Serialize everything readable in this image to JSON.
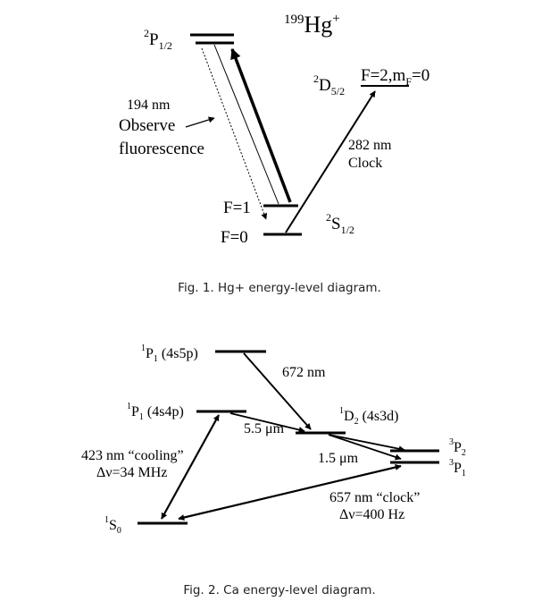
{
  "fig1": {
    "title": "199Hg+",
    "title_sup": "199",
    "title_main": "Hg",
    "title_charge": "+",
    "levels": {
      "p12": {
        "sup": "2",
        "main": "P",
        "sub": "1/2"
      },
      "d52": {
        "sup": "2",
        "main": "D",
        "sub": "5/2",
        "note_main": "F=2,m",
        "note_sub": "F",
        "note_end": "=0"
      },
      "s12": {
        "sup": "2",
        "main": "S",
        "sub": "1/2"
      },
      "f1": "F=1",
      "f0": "F=0"
    },
    "labels": {
      "nm194": "194 nm",
      "observe": "Observe",
      "fluorescence": "fluorescence",
      "nm282": "282 nm",
      "clock": "Clock"
    },
    "caption": "Fig. 1. Hg+ energy-level diagram."
  },
  "fig2": {
    "levels": {
      "p1_4s5p": {
        "sup": "1",
        "main": "P",
        "sub": "1",
        "config": " (4s5p)"
      },
      "p1_4s4p": {
        "sup": "1",
        "main": "P",
        "sub": "1",
        "config": " (4s4p)"
      },
      "d2_4s3d": {
        "sup": "1",
        "main": "D",
        "sub": "2",
        "config": " (4s3d)"
      },
      "p2": {
        "sup": "3",
        "main": "P",
        "sub": "2"
      },
      "p1": {
        "sup": "3",
        "main": "P",
        "sub": "1"
      },
      "s0": {
        "sup": "1",
        "main": "S",
        "sub": "0"
      }
    },
    "labels": {
      "nm672": "672 nm",
      "um55": "5.5 μm",
      "um15": "1.5 μm",
      "nm423": "423 nm  “cooling”",
      "dnu34": "Δν=34 MHz",
      "nm657": "657 nm  “clock”",
      "dnu400": "Δν=400 Hz"
    },
    "caption": "Fig. 2. Ca energy-level diagram."
  }
}
